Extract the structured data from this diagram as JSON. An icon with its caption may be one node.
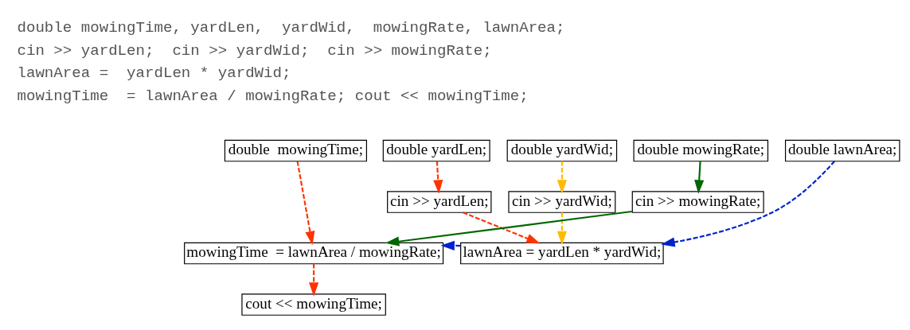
{
  "diagram": {
    "nodes": [
      {
        "text": [
          "double  mowingTime;"
        ]
      },
      {
        "text": [
          "double yardLen;"
        ]
      },
      {
        "text": [
          "double yardWid;"
        ]
      },
      {
        "text": [
          "double mowingRate;"
        ]
      },
      {
        "text": [
          "double lawnArea;"
        ]
      },
      {
        "text": [
          "cin >> yardLen;"
        ]
      },
      {
        "text": [
          "cin >> yardWid;"
        ]
      },
      {
        "text": [
          "cin >> mowingRate;"
        ]
      },
      {
        "text": [
          "mowingTime  = lawnArea / mowingRate;"
        ]
      },
      {
        "text": [
          "lawnArea = yardLen * yardWid;"
        ]
      },
      {
        "text": [
          "cout << mowingTime;"
        ]
      }
    ],
    "edges": [
      {
        "from": 0,
        "to": 8,
        "arrow": "to",
        "style": "dashed",
        "color": "#ff3300"
      },
      {
        "from": 1,
        "to": 5,
        "arrow": "to",
        "style": "dashed",
        "color": "#ff3300"
      },
      {
        "from": 2,
        "to": 6,
        "arrow": "to",
        "style": "dashed",
        "color": "#ffbb00"
      },
      {
        "from": 3,
        "to": 7,
        "arrow": "to",
        "color": "#006600"
      },
      {
        "from": 4,
        "to": 9,
        "arrow": "to",
        "style": "dashed",
        "color": "#0022cc"
      },
      {
        "from": 5,
        "to": 9,
        "arrow": "to",
        "style": "dashed",
        "color": "#ff3300"
      },
      {
        "from": 6,
        "to": 9,
        "arrow": "to",
        "style": "dashed",
        "color": "#ffbb00"
      },
      {
        "from": 7,
        "to": 8,
        "arrow": "to",
        "color": "#006600"
      },
      {
        "from": 9,
        "to": 8,
        "arrow": "to",
        "style": "dashed",
        "color": "#0022cc"
      },
      {
        "from": 8,
        "to": 10,
        "arrow": "to",
        "style": "dashed",
        "color": "#ff3300"
      }
    ],
    "labels": [
      "double mowingTime, yardLen,  yardWid,  mowingRate, lawnArea;",
      "cin >> yardLen;  cin >> yardWid;  cin >> mowingRate;",
      "lawnArea =  yardLen * yardWid;",
      "mowingTime  = lawnArea / mowingRate; cout << mowingTime;"
    ]
  }
}
